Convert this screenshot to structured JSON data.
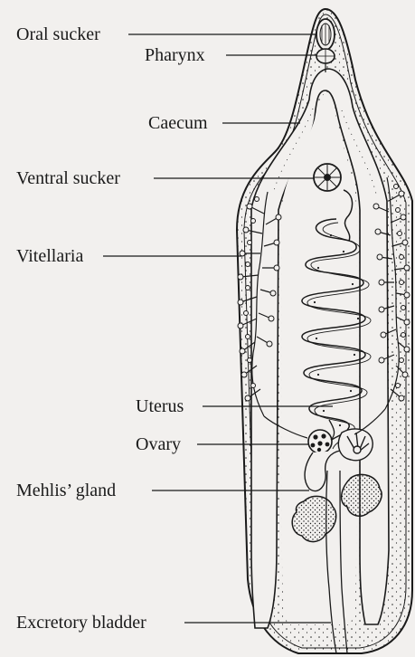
{
  "diagram": {
    "labels": {
      "oral_sucker": "Oral sucker",
      "pharynx": "Pharynx",
      "caecum": "Caecum",
      "ventral_sucker": "Ventral sucker",
      "vitellaria": "Vitellaria",
      "uterus": "Uterus",
      "ovary": "Ovary",
      "mehlis_gland": "Mehlis’ gland",
      "excretory_bladder": "Excretory bladder"
    },
    "colors": {
      "ink": "#1a1a1a",
      "paper": "#f2f0ee"
    }
  }
}
